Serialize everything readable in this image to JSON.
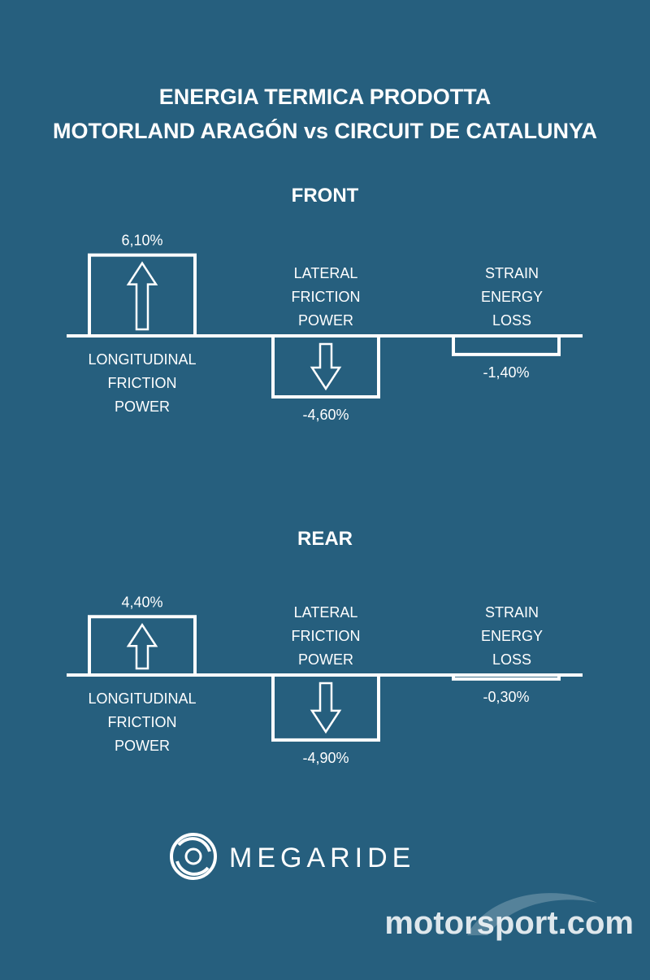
{
  "title": {
    "line1": "ENERGIA TERMICA PRODOTTA",
    "line2": "MOTORLAND ARAGÓN vs CIRCUIT DE CATALUNYA"
  },
  "colors": {
    "background": "#265f7e",
    "foreground": "#ffffff"
  },
  "chart_data": [
    {
      "type": "bar",
      "title": "FRONT",
      "categories": [
        [
          "LONGITUDINAL",
          "FRICTION",
          "POWER"
        ],
        [
          "LATERAL",
          "FRICTION",
          "POWER"
        ],
        [
          "STRAIN",
          "ENERGY",
          "LOSS"
        ]
      ],
      "values": [
        6.1,
        -4.6,
        -1.4
      ],
      "value_labels": [
        "6,10%",
        "-4,60%",
        "-1,40%"
      ],
      "arrows": [
        "up",
        "down",
        "none"
      ],
      "unit": "%"
    },
    {
      "type": "bar",
      "title": "REAR",
      "categories": [
        [
          "LONGITUDINAL",
          "FRICTION",
          "POWER"
        ],
        [
          "LATERAL",
          "FRICTION",
          "POWER"
        ],
        [
          "STRAIN",
          "ENERGY",
          "LOSS"
        ]
      ],
      "values": [
        4.4,
        -4.9,
        -0.3
      ],
      "value_labels": [
        "4,40%",
        "-4,90%",
        "-0,30%"
      ],
      "arrows": [
        "up",
        "down",
        "none"
      ],
      "unit": "%"
    }
  ],
  "logo": {
    "icon": "megaride-swirl-icon",
    "brand": "MEGARIDE"
  },
  "watermark": {
    "icon": "motorsport-swoosh-icon",
    "text": "motorsport.com"
  }
}
